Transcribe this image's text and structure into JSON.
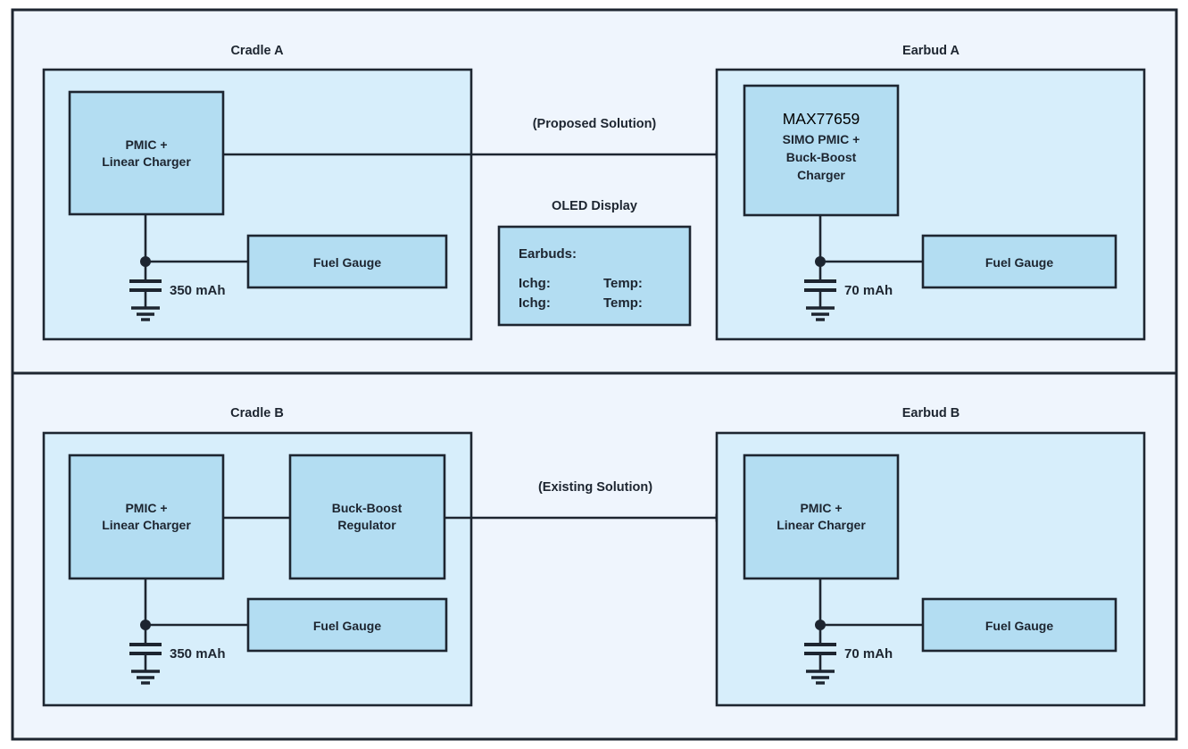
{
  "figure": {
    "type": "block-diagram",
    "background_color": "#ffffff",
    "frame_color": "#1d2530",
    "panel_fill": "#d7eefb",
    "block_fill": "#b3ddf2",
    "canvas_fill": "#eff5fd",
    "text_color": "#1d2530"
  },
  "top_row": {
    "left_panel": {
      "title": "Cradle A",
      "blocks": [
        {
          "id": "pmic",
          "label_lines": [
            "PMIC +",
            "Linear Charger"
          ]
        },
        {
          "id": "fuel-gauge",
          "label_lines": [
            "Fuel Gauge"
          ]
        }
      ],
      "battery_label": "350 mAh"
    },
    "right_panel": {
      "title": "Earbud A",
      "blocks": [
        {
          "id": "max77659",
          "label_lines": [
            "MAX77659",
            "SIMO PMIC +",
            "Buck-Boost",
            "Charger"
          ]
        },
        {
          "id": "fuel-gauge",
          "label_lines": [
            "Fuel Gauge"
          ]
        }
      ],
      "battery_label": "70 mAh"
    },
    "connector_label": "(Proposed Solution)",
    "oled": {
      "title": "OLED Display",
      "lines": [
        {
          "left": "Earbuds:",
          "right": ""
        },
        {
          "left": "Ichg:",
          "right": "Temp:"
        },
        {
          "left": "Ichg:",
          "right": "Temp:"
        }
      ]
    }
  },
  "bottom_row": {
    "left_panel": {
      "title": "Cradle B",
      "blocks": [
        {
          "id": "pmic",
          "label_lines": [
            "PMIC +",
            "Linear Charger"
          ]
        },
        {
          "id": "buck-boost",
          "label_lines": [
            "Buck-Boost",
            "Regulator"
          ]
        },
        {
          "id": "fuel-gauge",
          "label_lines": [
            "Fuel Gauge"
          ]
        }
      ],
      "battery_label": "350 mAh"
    },
    "right_panel": {
      "title": "Earbud B",
      "blocks": [
        {
          "id": "pmic",
          "label_lines": [
            "PMIC +",
            "Linear Charger"
          ]
        },
        {
          "id": "fuel-gauge",
          "label_lines": [
            "Fuel Gauge"
          ]
        }
      ],
      "battery_label": "70 mAh"
    },
    "connector_label": "(Existing Solution)"
  }
}
